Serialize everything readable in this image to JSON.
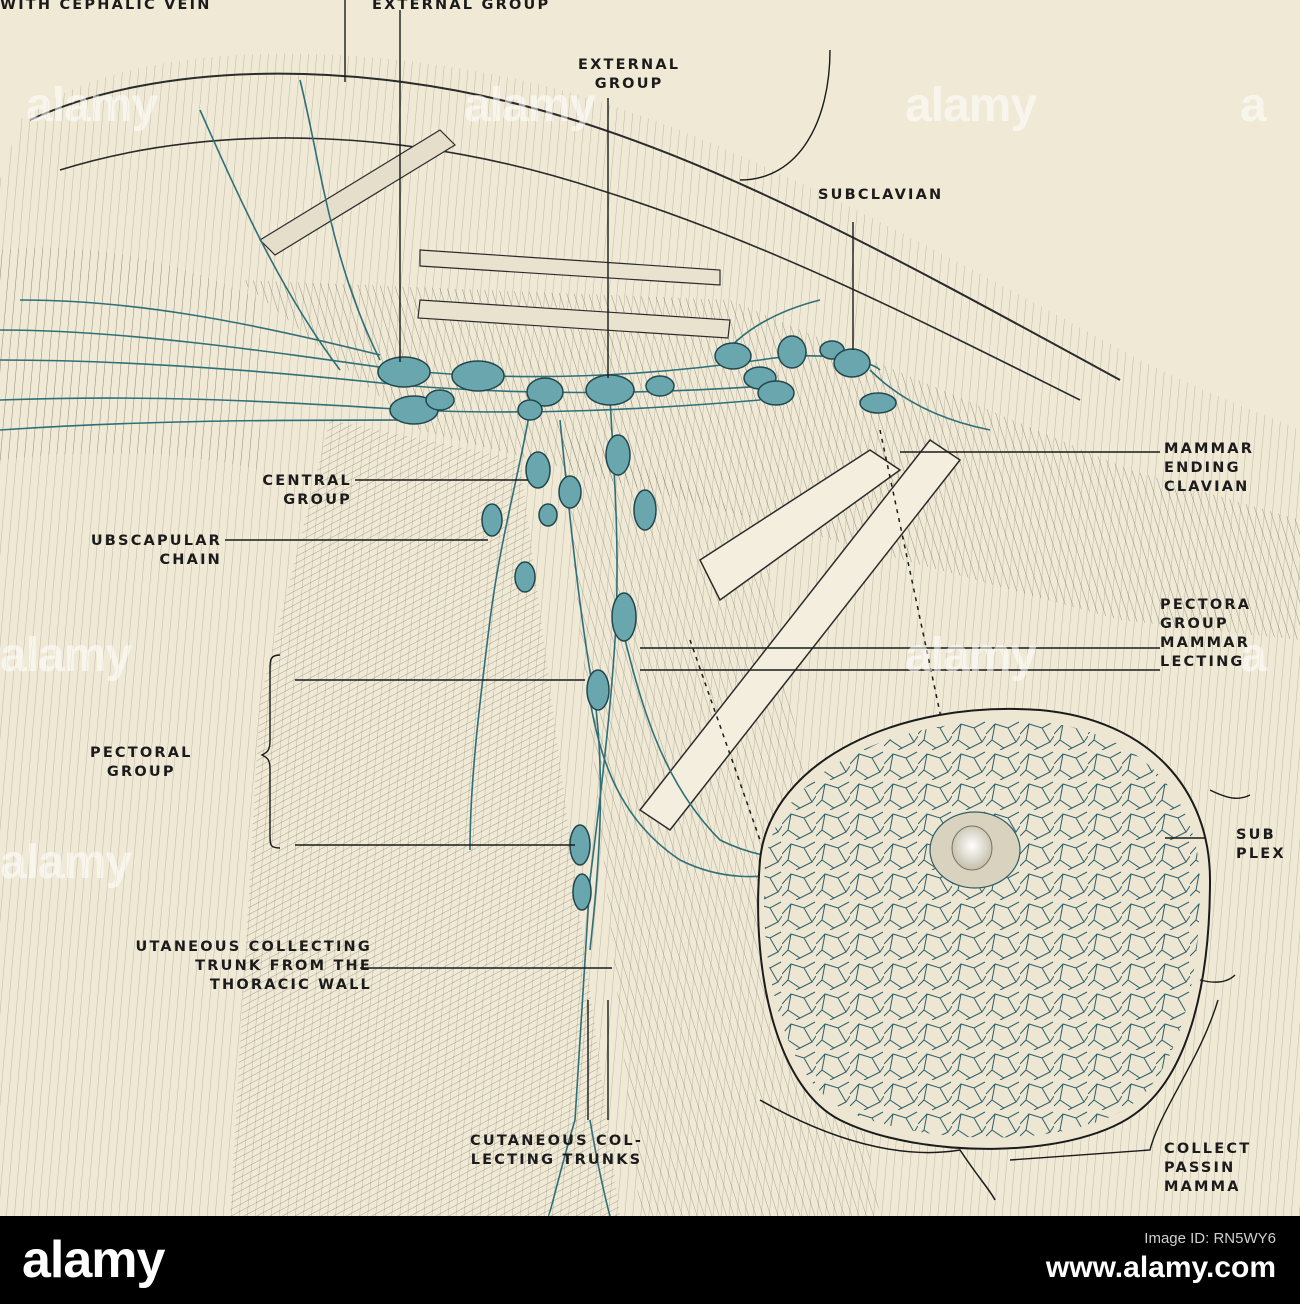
{
  "labels": {
    "cephalic": "WITH CEPHALIC VEIN",
    "external_top": "EXTERNAL GROUP",
    "external_group": "EXTERNAL\nGROUP",
    "subclavian": "SUBCLAVIAN",
    "central_group": "CENTRAL\nGROUP",
    "subscapular_chain": "UBSCAPULAR\nCHAIN",
    "mammary_ending": "MAMMAR\nENDING\nCLAVIAN",
    "pectoral_right": "PECTORA\nGROUP\nMAMMAR\nLECTING",
    "pectoral_group": "PECTORAL\nGROUP",
    "subareolar": "SUB\nPLEX",
    "cutaneous_trunk": "UTANEOUS COLLECTING\nTRUNK FROM THE\nTHORACIC WALL",
    "cutaneous_trunks": "CUTANEOUS COL-\nLECTING TRUNKS",
    "collecting_passing": "COLLECT\nPASSIN\nMAMMA"
  },
  "watermarks": [
    "alamy",
    "alamy",
    "alamy",
    "alamy",
    "alamy",
    "a",
    "alamy",
    "a"
  ],
  "footer": {
    "brand": "alamy",
    "image_id": "Image ID: RN5WY6",
    "url": "www.alamy.com"
  },
  "colors": {
    "paper": "#efe9d6",
    "ink": "#1b1b1b",
    "lymph_node": "#6aa6ad",
    "lymph_vessel": "#2f6f78",
    "footer": "#000000"
  }
}
